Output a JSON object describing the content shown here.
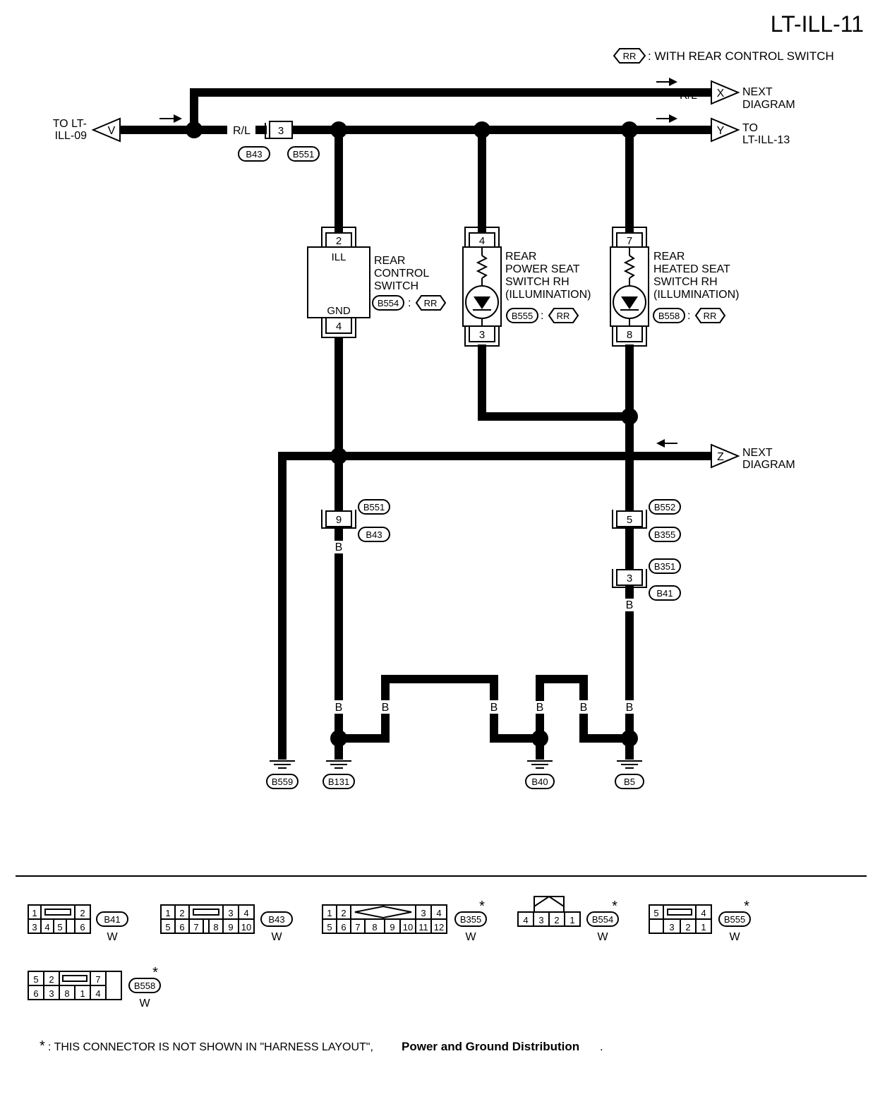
{
  "page_id": "LT-ILL-11",
  "legend": {
    "tag": "RR",
    "text": ": WITH REAR CONTROL SWITCH"
  },
  "offpage": [
    {
      "letter": "V",
      "line1": "TO LT-",
      "line2": "ILL-09",
      "wire": "R/L"
    },
    {
      "letter": "X",
      "line1": "NEXT",
      "line2": "DIAGRAM",
      "wire": "R/L"
    },
    {
      "letter": "Y",
      "line1": "TO",
      "line2": "LT-ILL-13"
    },
    {
      "letter": "Z",
      "line1": "NEXT",
      "line2": "DIAGRAM"
    }
  ],
  "wires": {
    "rl": "R/L",
    "b": "B"
  },
  "connectors": {
    "b43_top": {
      "id": "B43",
      "pin": "3"
    },
    "b551_top": {
      "id": "B551"
    },
    "b551_mid": {
      "id": "B551",
      "pin": "9"
    },
    "b43_mid": {
      "id": "B43"
    },
    "b552": {
      "id": "B552",
      "pin": "5"
    },
    "b355": {
      "id": "B355"
    },
    "b351": {
      "id": "B351",
      "pin": "3"
    },
    "b41": {
      "id": "B41"
    }
  },
  "components": {
    "rear_control": {
      "name": [
        "REAR",
        "CONTROL",
        "SWITCH"
      ],
      "pin_top": "2",
      "pin_bottom": "4",
      "ill": "ILL",
      "gnd": "GND",
      "connector": "B554",
      "tag": "RR"
    },
    "power_seat": {
      "name": [
        "REAR",
        "POWER SEAT",
        "SWITCH RH",
        "(ILLUMINATION)"
      ],
      "pin_top": "4",
      "pin_bottom": "3",
      "connector": "B555",
      "tag": "RR"
    },
    "heated_seat": {
      "name": [
        "REAR",
        "HEATED SEAT",
        "SWITCH RH",
        "(ILLUMINATION)"
      ],
      "pin_top": "7",
      "pin_bottom": "8",
      "connector": "B558",
      "tag": "RR"
    }
  },
  "grounds": [
    "B559",
    "B131",
    "B40",
    "B5"
  ],
  "connector_views": [
    {
      "id": "B41",
      "color": "W",
      "row1": [
        "1",
        "2"
      ],
      "row2": [
        "3",
        "4",
        "5",
        "6"
      ]
    },
    {
      "id": "B43",
      "color": "W",
      "row1": [
        "1",
        "2",
        "3",
        "4"
      ],
      "row2": [
        "5",
        "6",
        "7",
        "8",
        "9",
        "10"
      ]
    },
    {
      "id": "B355",
      "color": "W",
      "star": "*",
      "row1": [
        "1",
        "2",
        "3",
        "4"
      ],
      "row2": [
        "5",
        "6",
        "7",
        "8",
        "9",
        "10",
        "11",
        "12"
      ]
    },
    {
      "id": "B554",
      "color": "W",
      "star": "*",
      "row1": [
        "4",
        "3",
        "2",
        "1"
      ]
    },
    {
      "id": "B555",
      "color": "W",
      "star": "*",
      "row1": [
        "5",
        "4"
      ],
      "row2": [
        "3",
        "2",
        "1"
      ]
    },
    {
      "id": "B558",
      "color": "W",
      "star": "*",
      "row1": [
        "5",
        "2",
        "7"
      ],
      "row2": [
        "6",
        "3",
        "8",
        "1",
        "4"
      ]
    }
  ],
  "footnote": {
    "star": "*",
    "text": ": THIS CONNECTOR IS NOT SHOWN IN \"HARNESS LAYOUT\",",
    "bold": "Power and Ground Distribution",
    "end": "."
  }
}
